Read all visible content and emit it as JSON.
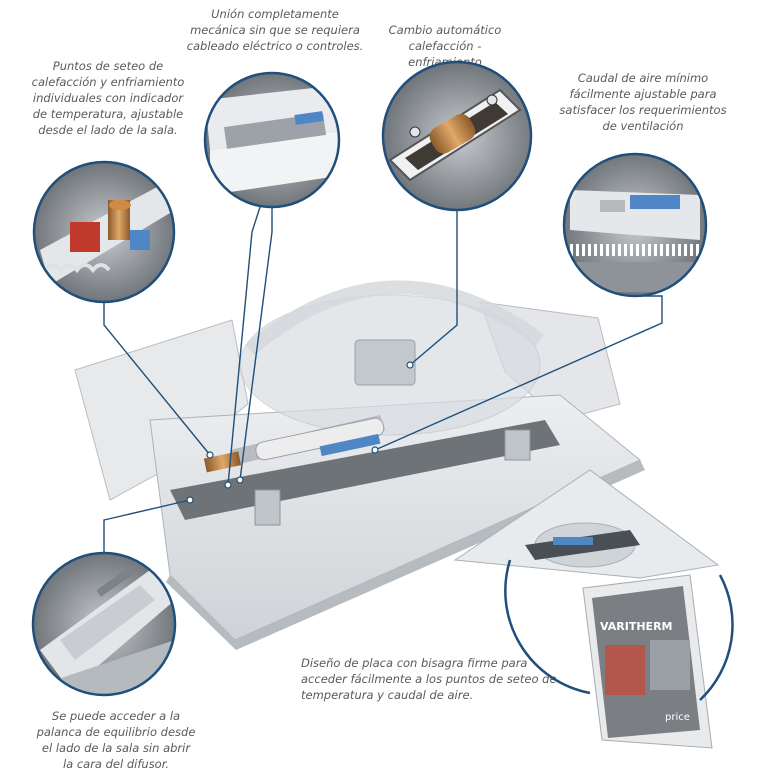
{
  "callouts": {
    "set_points": "Puntos de seteo de\ncalefacción y enfriamiento\nindividuales con indicador\nde temperatura, ajustable\ndesde el lado de la sala.",
    "mechanical_union": "Unión completamente\nmecánica sin que se requiera\ncableado eléctrico o controles.",
    "auto_changeover": "Cambio automático\ncalefacción - enfriamiento",
    "min_airflow": "Caudal de aire mínimo\nfácilmente ajustable para\nsatisfacer los requerimientos\nde ventilación",
    "balance_lever": "Se puede acceder a la\npalanca de equilibrio desde\nel lado de la sala sin abrir\nla cara del difusor.",
    "hinged_plate": "Diseño de placa con bisagra firme para\nacceder fácilmente a los puntos de seteo de\ntemperatura y caudal de aire."
  },
  "product_plate": {
    "brand": "VARITHERM",
    "logo": "price"
  },
  "colors": {
    "callout_ring": "#1f4f7a",
    "leader_line": "#1f4f7a",
    "text": "#5a5a5a",
    "housing": "#dcdfe2",
    "copper": "#c98a4a",
    "blue_part": "#4f86c6"
  }
}
